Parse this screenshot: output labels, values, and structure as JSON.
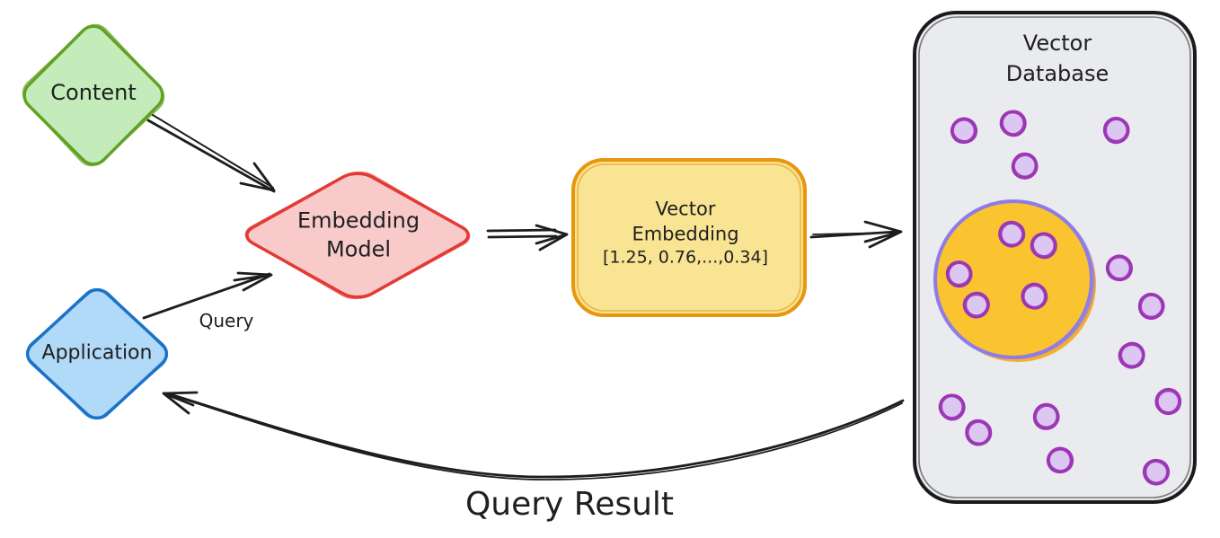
{
  "ink": "#1d1d1d",
  "nodes": {
    "content": {
      "label": "Content",
      "fill": "#c3ecba",
      "stroke": "#63a123"
    },
    "application": {
      "label": "Application",
      "fill": "#b1d9f8",
      "stroke": "#1a73c8"
    },
    "embedding_model": {
      "label": [
        "Embedding",
        "Model"
      ],
      "fill": "#f8caca",
      "stroke": "#e23b36"
    },
    "vector_embedding": {
      "label": [
        "Vector",
        "Embedding",
        "[1.25, 0.76,...,0.34]"
      ],
      "fill": "#f8e493",
      "stroke": "#e8960e"
    },
    "vector_database": {
      "label": [
        "Vector",
        "Database"
      ],
      "fill": "#e9ebef",
      "stroke": "#1b1b1b"
    }
  },
  "edges": {
    "query": {
      "label": "Query"
    },
    "query_result": {
      "label": "Query Result"
    }
  },
  "database": {
    "cluster": {
      "fill": "#f9c42f",
      "shadow": "#f5b02e",
      "stroke": "#8f7ce8"
    },
    "dot": {
      "fill": "#dcc6f2",
      "stroke": "#9d36b5"
    },
    "dots": [
      [
        1073,
        145,
        0
      ],
      [
        1128,
        137,
        40
      ],
      [
        1243,
        145,
        80
      ],
      [
        1141,
        185,
        120
      ],
      [
        1126,
        261,
        200
      ],
      [
        1162,
        273,
        30
      ],
      [
        1068,
        305,
        70
      ],
      [
        1087,
        340,
        160
      ],
      [
        1151,
        330,
        240
      ],
      [
        1246,
        298,
        10
      ],
      [
        1282,
        341,
        90
      ],
      [
        1260,
        396,
        150
      ],
      [
        1060,
        453,
        50
      ],
      [
        1089,
        482,
        210
      ],
      [
        1165,
        464,
        110
      ],
      [
        1180,
        512,
        0
      ],
      [
        1300,
        447,
        270
      ],
      [
        1287,
        526,
        180
      ]
    ]
  }
}
